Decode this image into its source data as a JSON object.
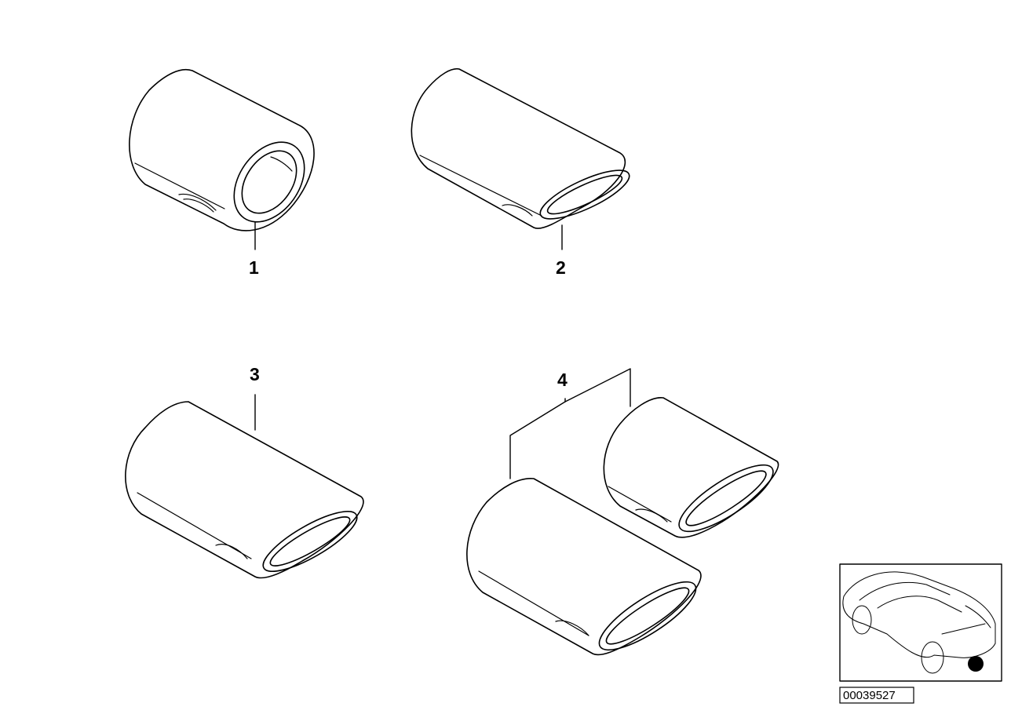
{
  "diagram": {
    "parts": [
      {
        "number": "1",
        "item": "exhaust tip, round"
      },
      {
        "number": "2",
        "item": "exhaust tip, oval"
      },
      {
        "number": "3",
        "item": "exhaust tip, oval long"
      },
      {
        "number": "4",
        "item": "exhaust tip set, pair"
      }
    ],
    "drawing_id": "00039527",
    "locator_marker": "black-dot"
  },
  "colors": {
    "line": "#000000",
    "background": "#ffffff"
  }
}
